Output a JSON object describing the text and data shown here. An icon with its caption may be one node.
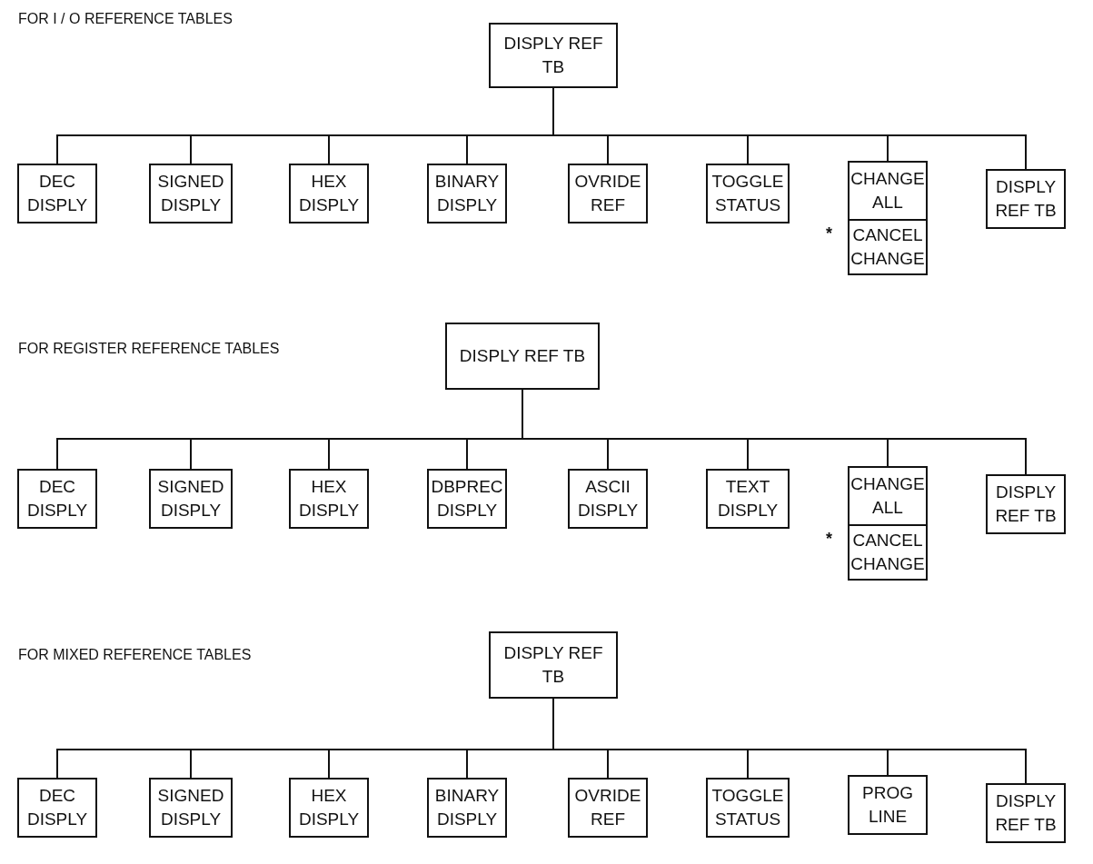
{
  "diagram": {
    "nodes": [
      {
        "text": [
          "DISPLY REF TB"
        ]
      },
      {
        "text": [
          "DEC DISPLY"
        ]
      },
      {
        "text": [
          "SIGNED DISPLY"
        ]
      },
      {
        "text": [
          "HEX DISPLY"
        ]
      },
      {
        "text": [
          "BINARY DISPLY"
        ]
      },
      {
        "text": [
          "OVRIDE REF"
        ]
      },
      {
        "text": [
          "TOGGLE STATUS"
        ]
      },
      {
        "text": [
          "CHANGE ALL"
        ]
      },
      {
        "text": [
          "CANCEL CHANGE"
        ],
        "beside": [
          "*"
        ]
      },
      {
        "text": [
          "DISPLY REF TB"
        ]
      },
      {
        "text": [
          "DISPLY REF TB"
        ]
      },
      {
        "text": [
          "DEC DISPLY"
        ]
      },
      {
        "text": [
          "SIGNED DISPLY"
        ]
      },
      {
        "text": [
          "HEX DISPLY"
        ]
      },
      {
        "text": [
          "DBPREC DISPLY"
        ]
      },
      {
        "text": [
          "ASCII DISPLY"
        ]
      },
      {
        "text": [
          "TEXT DISPLY"
        ]
      },
      {
        "text": [
          "CHANGE ALL"
        ]
      },
      {
        "text": [
          "CANCEL CHANGE"
        ],
        "beside": [
          "*"
        ]
      },
      {
        "text": [
          "DISPLY REF TB"
        ]
      },
      {
        "text": [
          "DISPLY REF TB"
        ]
      },
      {
        "text": [
          "DEC DISPLY"
        ]
      },
      {
        "text": [
          "SIGNED DISPLY"
        ]
      },
      {
        "text": [
          "HEX DISPLY"
        ]
      },
      {
        "text": [
          "BINARY DISPLY"
        ]
      },
      {
        "text": [
          "OVRIDE REF"
        ]
      },
      {
        "text": [
          "TOGGLE STATUS"
        ]
      },
      {
        "text": [
          "PROG LINE"
        ]
      },
      {
        "text": [
          "DISPLY REF TB"
        ]
      }
    ],
    "edges": [
      {
        "from": 0,
        "to": 1,
        "arrow": "none"
      },
      {
        "from": 0,
        "to": 2,
        "arrow": "none"
      },
      {
        "from": 0,
        "to": 3,
        "arrow": "none"
      },
      {
        "from": 0,
        "to": 4,
        "arrow": "none"
      },
      {
        "from": 0,
        "to": 5,
        "arrow": "none"
      },
      {
        "from": 0,
        "to": 6,
        "arrow": "none"
      },
      {
        "from": 0,
        "to": 7,
        "arrow": "none"
      },
      {
        "from": 0,
        "to": 9,
        "arrow": "none"
      },
      {
        "from": 10,
        "to": 11,
        "arrow": "none"
      },
      {
        "from": 10,
        "to": 12,
        "arrow": "none"
      },
      {
        "from": 10,
        "to": 13,
        "arrow": "none"
      },
      {
        "from": 10,
        "to": 14,
        "arrow": "none"
      },
      {
        "from": 10,
        "to": 15,
        "arrow": "none"
      },
      {
        "from": 10,
        "to": 16,
        "arrow": "none"
      },
      {
        "from": 10,
        "to": 17,
        "arrow": "none"
      },
      {
        "from": 10,
        "to": 19,
        "arrow": "none"
      },
      {
        "from": 20,
        "to": 21,
        "arrow": "none"
      },
      {
        "from": 20,
        "to": 22,
        "arrow": "none"
      },
      {
        "from": 20,
        "to": 23,
        "arrow": "none"
      },
      {
        "from": 20,
        "to": 24,
        "arrow": "none"
      },
      {
        "from": 20,
        "to": 25,
        "arrow": "none"
      },
      {
        "from": 20,
        "to": 26,
        "arrow": "none"
      },
      {
        "from": 20,
        "to": 27,
        "arrow": "none"
      },
      {
        "from": 20,
        "to": 28,
        "arrow": "none"
      }
    ],
    "labels": [
      "FOR I / O REFERENCE TABLES",
      "FOR REGISTER REFERENCE TABLES",
      "FOR MIXED REFERENCE TABLES"
    ]
  }
}
